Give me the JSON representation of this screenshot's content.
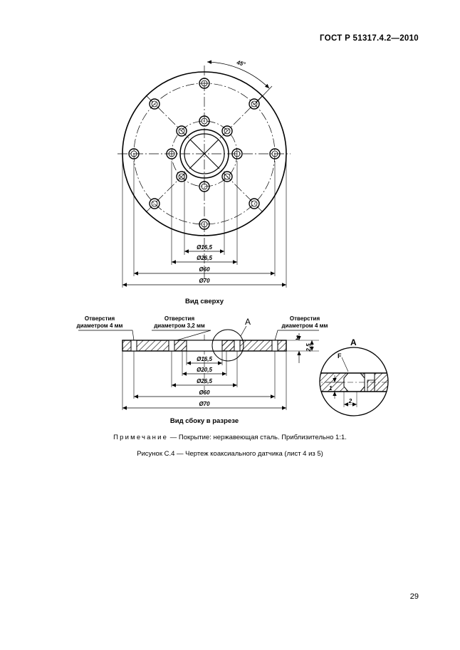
{
  "header": {
    "standard": "ГОСТ Р 51317.4.2—2010"
  },
  "top_view": {
    "angle_label": "45°",
    "dims": [
      "Ø16,5",
      "Ø26,5",
      "Ø60",
      "Ø70"
    ],
    "caption": "Вид сверху"
  },
  "section_view": {
    "label_left_l1": "Отверстия",
    "label_left_l2": "диаметром 4 мм",
    "label_mid_l1": "Отверстия",
    "label_mid_l2": "диаметром 3,2 мм",
    "label_right_l1": "Отверстия",
    "label_right_l2": "диаметром 4 мм",
    "callout": "A",
    "dims": [
      "Ø16,5",
      "Ø20,5",
      "Ø26,5",
      "Ø60",
      "Ø70"
    ],
    "thickness_1": "1",
    "thickness_2": "2,5",
    "caption": "Вид сбоку в разрезе"
  },
  "detail": {
    "title": "A",
    "label_f": "F",
    "dim_v": "1",
    "dim_h": "2"
  },
  "note": {
    "lead": "Примечание",
    "text": " — Покрытие: нержавеющая сталь. Приблизительно 1:1."
  },
  "figure_caption": "Рисунок С.4 — Чертеж коаксиального датчика (лист 4 из 5)",
  "page_number": "29"
}
